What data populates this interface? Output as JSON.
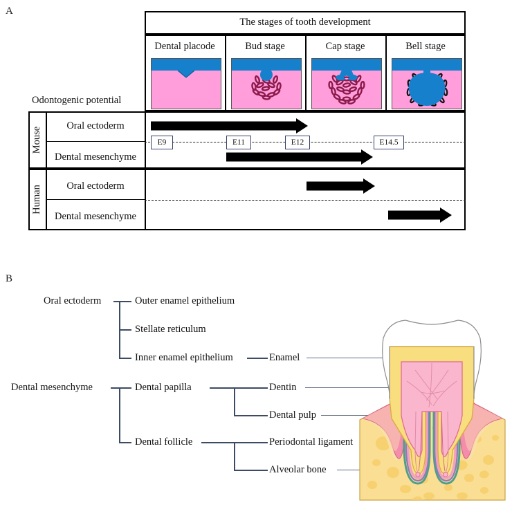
{
  "panels": {
    "a_label": "A",
    "b_label": "B"
  },
  "panel_a": {
    "header_title": "The stages of tooth development",
    "row_group_label": "Odontogenic potential",
    "stages": [
      {
        "name": "Dental placode",
        "type": "placode"
      },
      {
        "name": "Bud stage",
        "type": "bud"
      },
      {
        "name": "Cap stage",
        "type": "cap"
      },
      {
        "name": "Bell stage",
        "type": "bell"
      }
    ],
    "species": [
      {
        "name": "Mouse",
        "tissues": [
          {
            "label": "Oral ectoderm",
            "arrow": {
              "start_stage": "Dental placode",
              "end_stage": "Cap stage"
            }
          },
          {
            "label": "Dental mesenchyme",
            "arrow": {
              "start_stage": "Bud stage",
              "end_stage": "Bell stage"
            }
          }
        ]
      },
      {
        "name": "Human",
        "tissues": [
          {
            "label": "Oral ectoderm",
            "arrow": {
              "start_stage": "Cap stage",
              "end_stage": "Bell stage"
            }
          },
          {
            "label": "Dental mesenchyme",
            "arrow": {
              "start_stage": "Bell stage",
              "end_stage": "Bell stage"
            }
          }
        ]
      }
    ],
    "timepoints": [
      "E9",
      "E11",
      "E12",
      "E14.5"
    ],
    "colors": {
      "epithelium": "#1680CC",
      "mesenchyme": "#FF9EDB",
      "condensate": "#8B1A4A",
      "arrow": "#000000",
      "timepoint_border": "#33406b"
    }
  },
  "panel_b": {
    "origins": [
      {
        "label": "Oral ectoderm"
      },
      {
        "label": "Dental mesenchyme"
      }
    ],
    "ectoderm_derivatives": [
      "Outer enamel epithelium",
      "Stellate reticulum",
      "Inner enamel epithelium"
    ],
    "mesenchyme_derivatives": [
      "Dental papilla",
      "Dental follicle"
    ],
    "tissues": [
      "Enamel",
      "Dentin",
      "Dental pulp",
      "Periodontal ligament",
      "Alveolar bone"
    ],
    "tooth_colors": {
      "enamel": "#ffffff",
      "dentin": "#F8DE7E",
      "pulp": "#F9B6CC",
      "gingiva": "#F28CA8",
      "bone": "#F7DC8E",
      "periodontal_ligament": "#4F9E8C"
    }
  }
}
